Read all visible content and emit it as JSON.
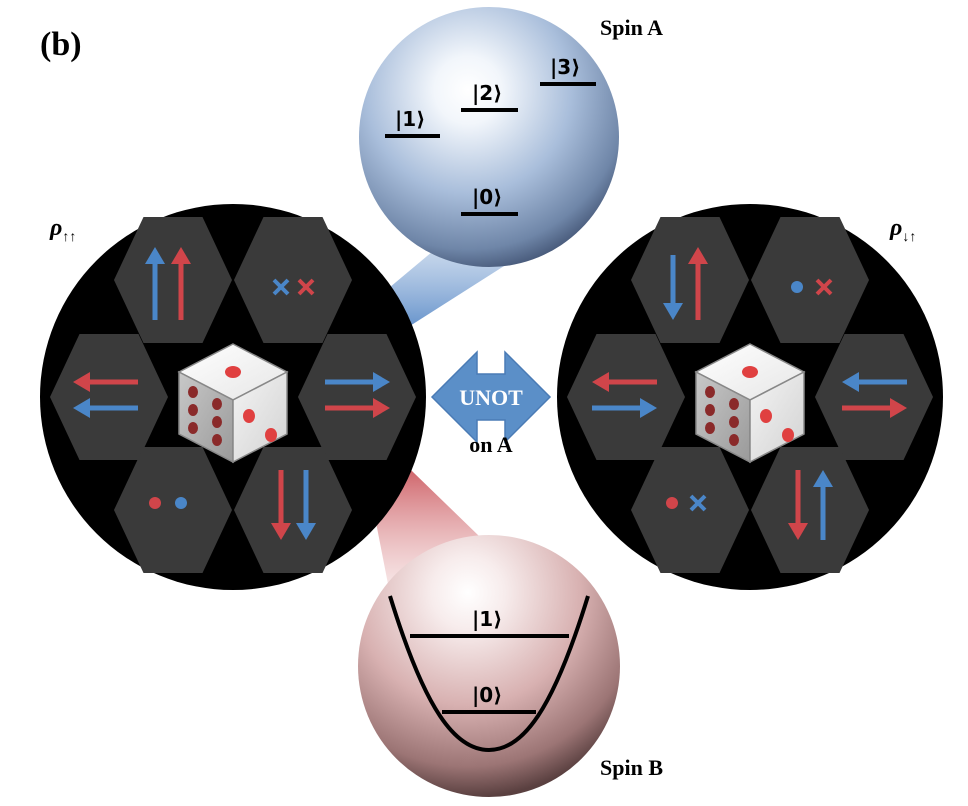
{
  "panel_label": "(b)",
  "spin_a": {
    "title": "Spin A",
    "levels": [
      "|1⟩",
      "|2⟩",
      "|3⟩",
      "|0⟩"
    ]
  },
  "spin_b": {
    "title": "Spin B",
    "levels": [
      "|1⟩",
      "|0⟩"
    ]
  },
  "left_state": {
    "label": "ρ",
    "subscript": "↑↑"
  },
  "right_state": {
    "label": "ρ",
    "subscript": "↓↑"
  },
  "operation": {
    "name": "UNOT",
    "target": "on A"
  },
  "colors": {
    "spin_a": "#4a86c8",
    "spin_b": "#d0454a",
    "disk": "#000000",
    "hexagon": "#3a3a3a",
    "arrow_shape": "#5b8fc8"
  },
  "icons": {
    "die": "die-icon",
    "up_arrow": "arrow-up-icon",
    "down_arrow": "arrow-down-icon",
    "right_arrow": "arrow-right-icon",
    "left_arrow": "arrow-left-icon",
    "dot": "dot-icon",
    "cross": "cross-icon"
  }
}
